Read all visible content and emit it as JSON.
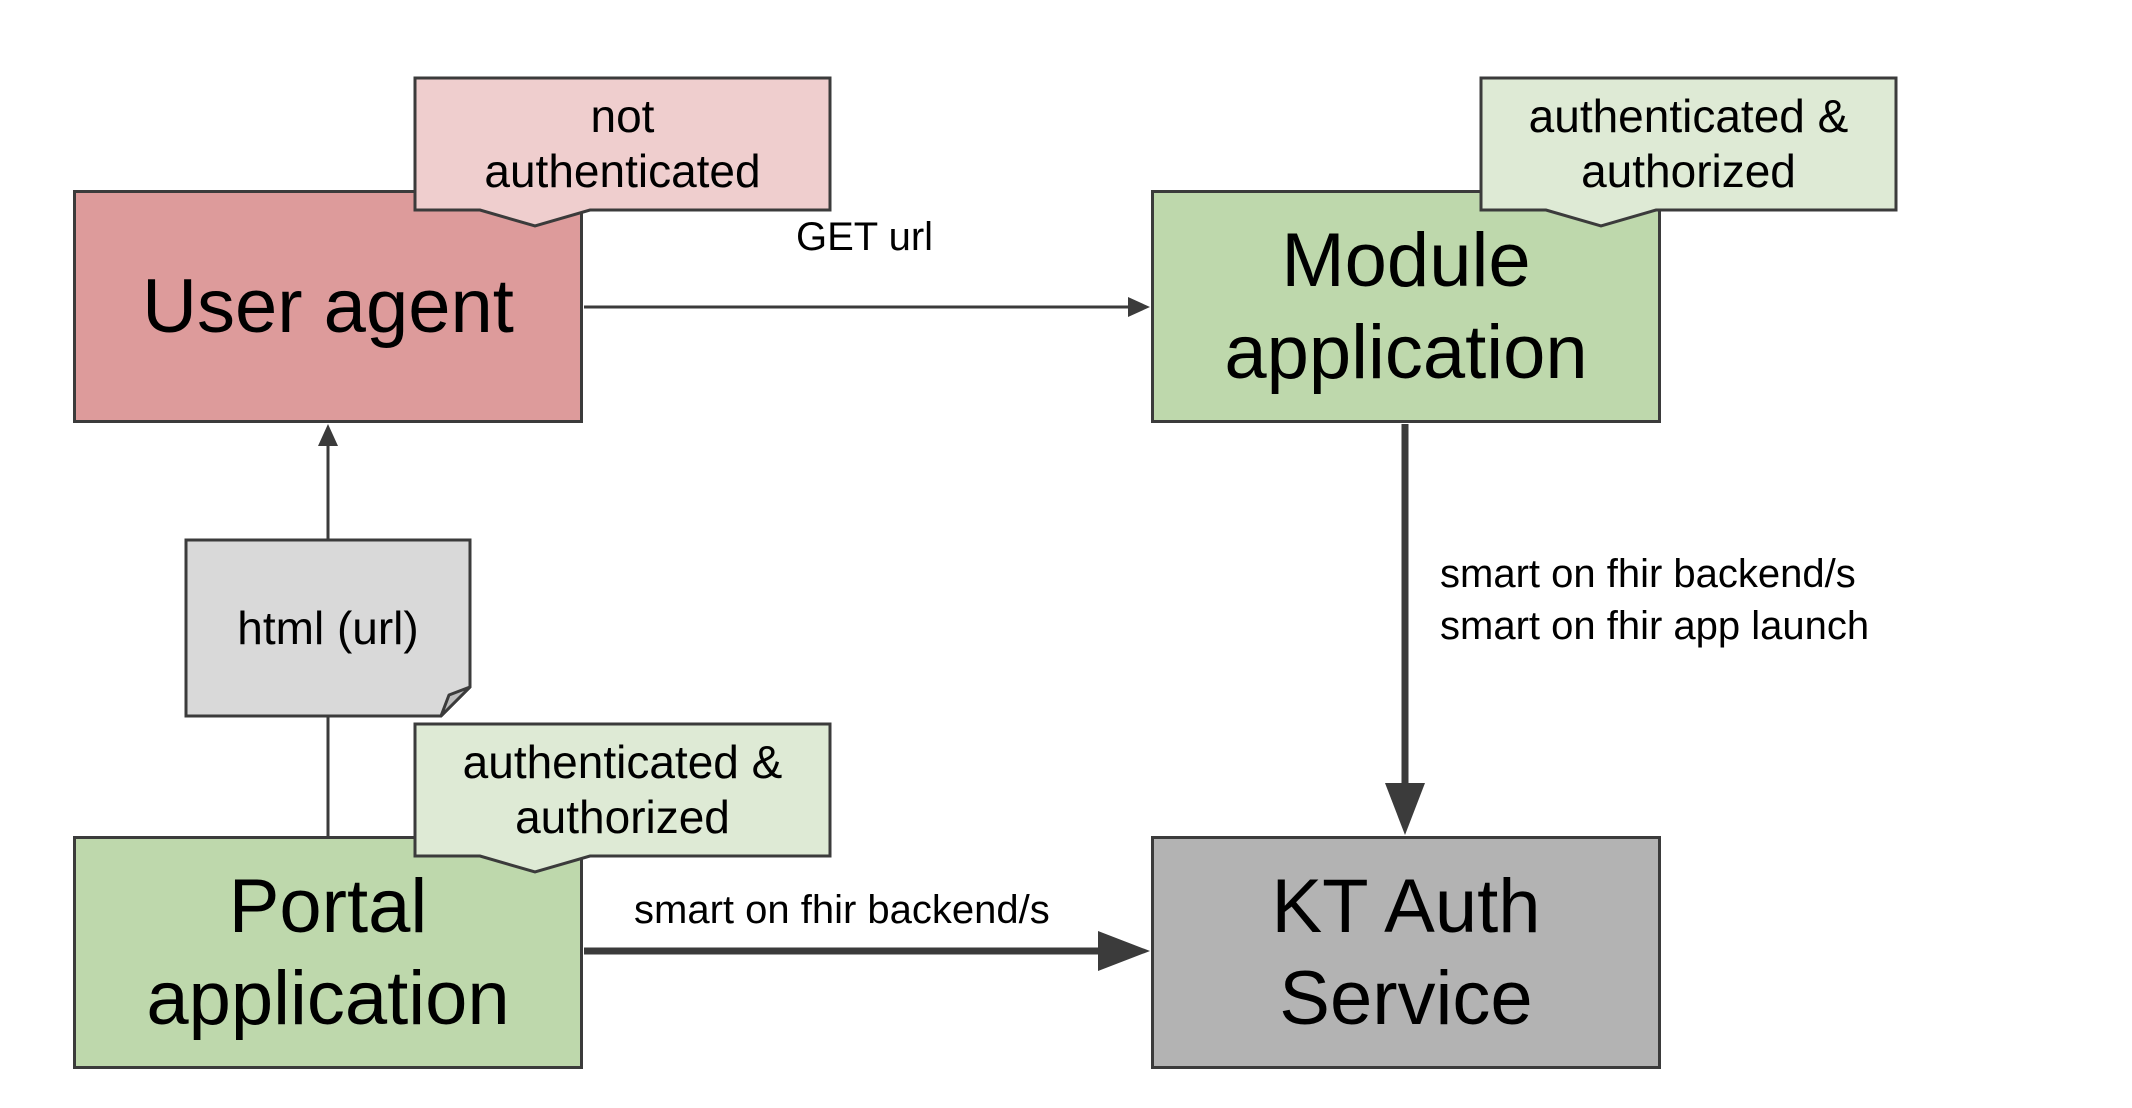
{
  "nodes": {
    "user_agent": "User agent",
    "module_app": {
      "line1": "Module",
      "line2": "application"
    },
    "portal_app": {
      "line1": "Portal",
      "line2": "application"
    },
    "kt_auth": {
      "line1": "KT Auth",
      "line2": "Service"
    }
  },
  "callouts": {
    "user_agent": {
      "line1": "not",
      "line2": "authenticated"
    },
    "module_app": {
      "line1": "authenticated &",
      "line2": "authorized"
    },
    "portal_app": {
      "line1": "authenticated &",
      "line2": "authorized"
    }
  },
  "document": {
    "label": "html (url)"
  },
  "edges": {
    "get_url": "GET url",
    "portal_to_auth": "smart on fhir backend/s",
    "module_to_auth_1": "smart on fhir backend/s",
    "module_to_auth_2": "smart on fhir app launch"
  },
  "colors": {
    "user_agent_fill": "#dd9b9b",
    "app_fill": "#bed8ac",
    "auth_fill": "#b3b3b3",
    "callout_red_fill": "#efcece",
    "callout_green_fill": "#deead5",
    "document_fill": "#d9d9d9",
    "stroke": "#3b3b3b"
  }
}
